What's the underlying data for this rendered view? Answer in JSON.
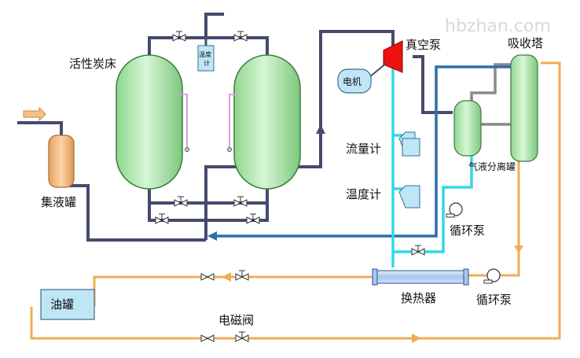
{
  "watermark": "hbzhan.com",
  "labels": {
    "carbon_bed": "活性炭床",
    "vacuum_pump": "真空泵",
    "absorption_tower": "吸收塔",
    "motor": "电机",
    "collector_tank": "集液罐",
    "flow_meter": "流量计",
    "temp_meter": "温度计",
    "separator_tank": "气液分离罐",
    "circ_pump_1": "循环泵",
    "heat_exchanger": "换热器",
    "circ_pump_2": "循环泵",
    "oil_tank": "油罐",
    "solenoid_valve": "电磁阀",
    "thermometer_small_1": "温度",
    "thermometer_small_2": "计"
  },
  "colors": {
    "vessel_fill": "#c3efc3",
    "vessel_stroke": "#3d7a3d",
    "pipe_dark": "#454a6e",
    "pipe_blue": "#2f6fa8",
    "pipe_cyan": "#33d7e6",
    "pipe_orange": "#f0ad53",
    "pipe_gray": "#8a8a8a",
    "pump_red": "#ee1111",
    "collector_fill": "#f8c083",
    "gauge_fill": "#bfe6f7"
  }
}
